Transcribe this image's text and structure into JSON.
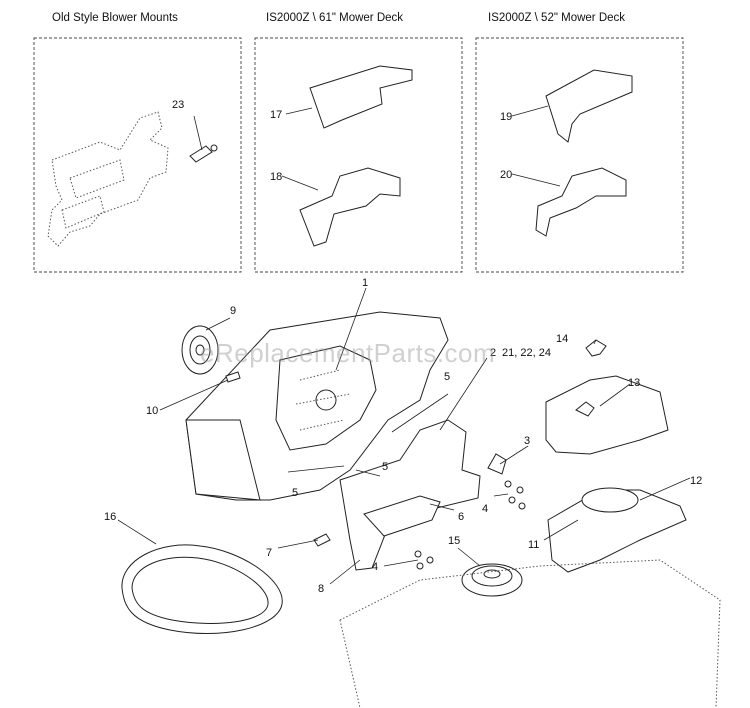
{
  "panels": [
    {
      "title": "Old Style Blower Mounts"
    },
    {
      "title": "IS2000Z \\ 61\" Mower Deck"
    },
    {
      "title": "IS2000Z \\ 52\" Mower Deck"
    }
  ],
  "callouts": [
    "1",
    "3",
    "4",
    "4",
    "5",
    "5",
    "5",
    "6",
    "7",
    "8",
    "9",
    "10",
    "11",
    "12",
    "13",
    "14",
    "15",
    "16",
    "17",
    "18",
    "19",
    "20",
    "23",
    "2",
    "21, 22, 24"
  ],
  "watermark": "eReplacementParts.com"
}
